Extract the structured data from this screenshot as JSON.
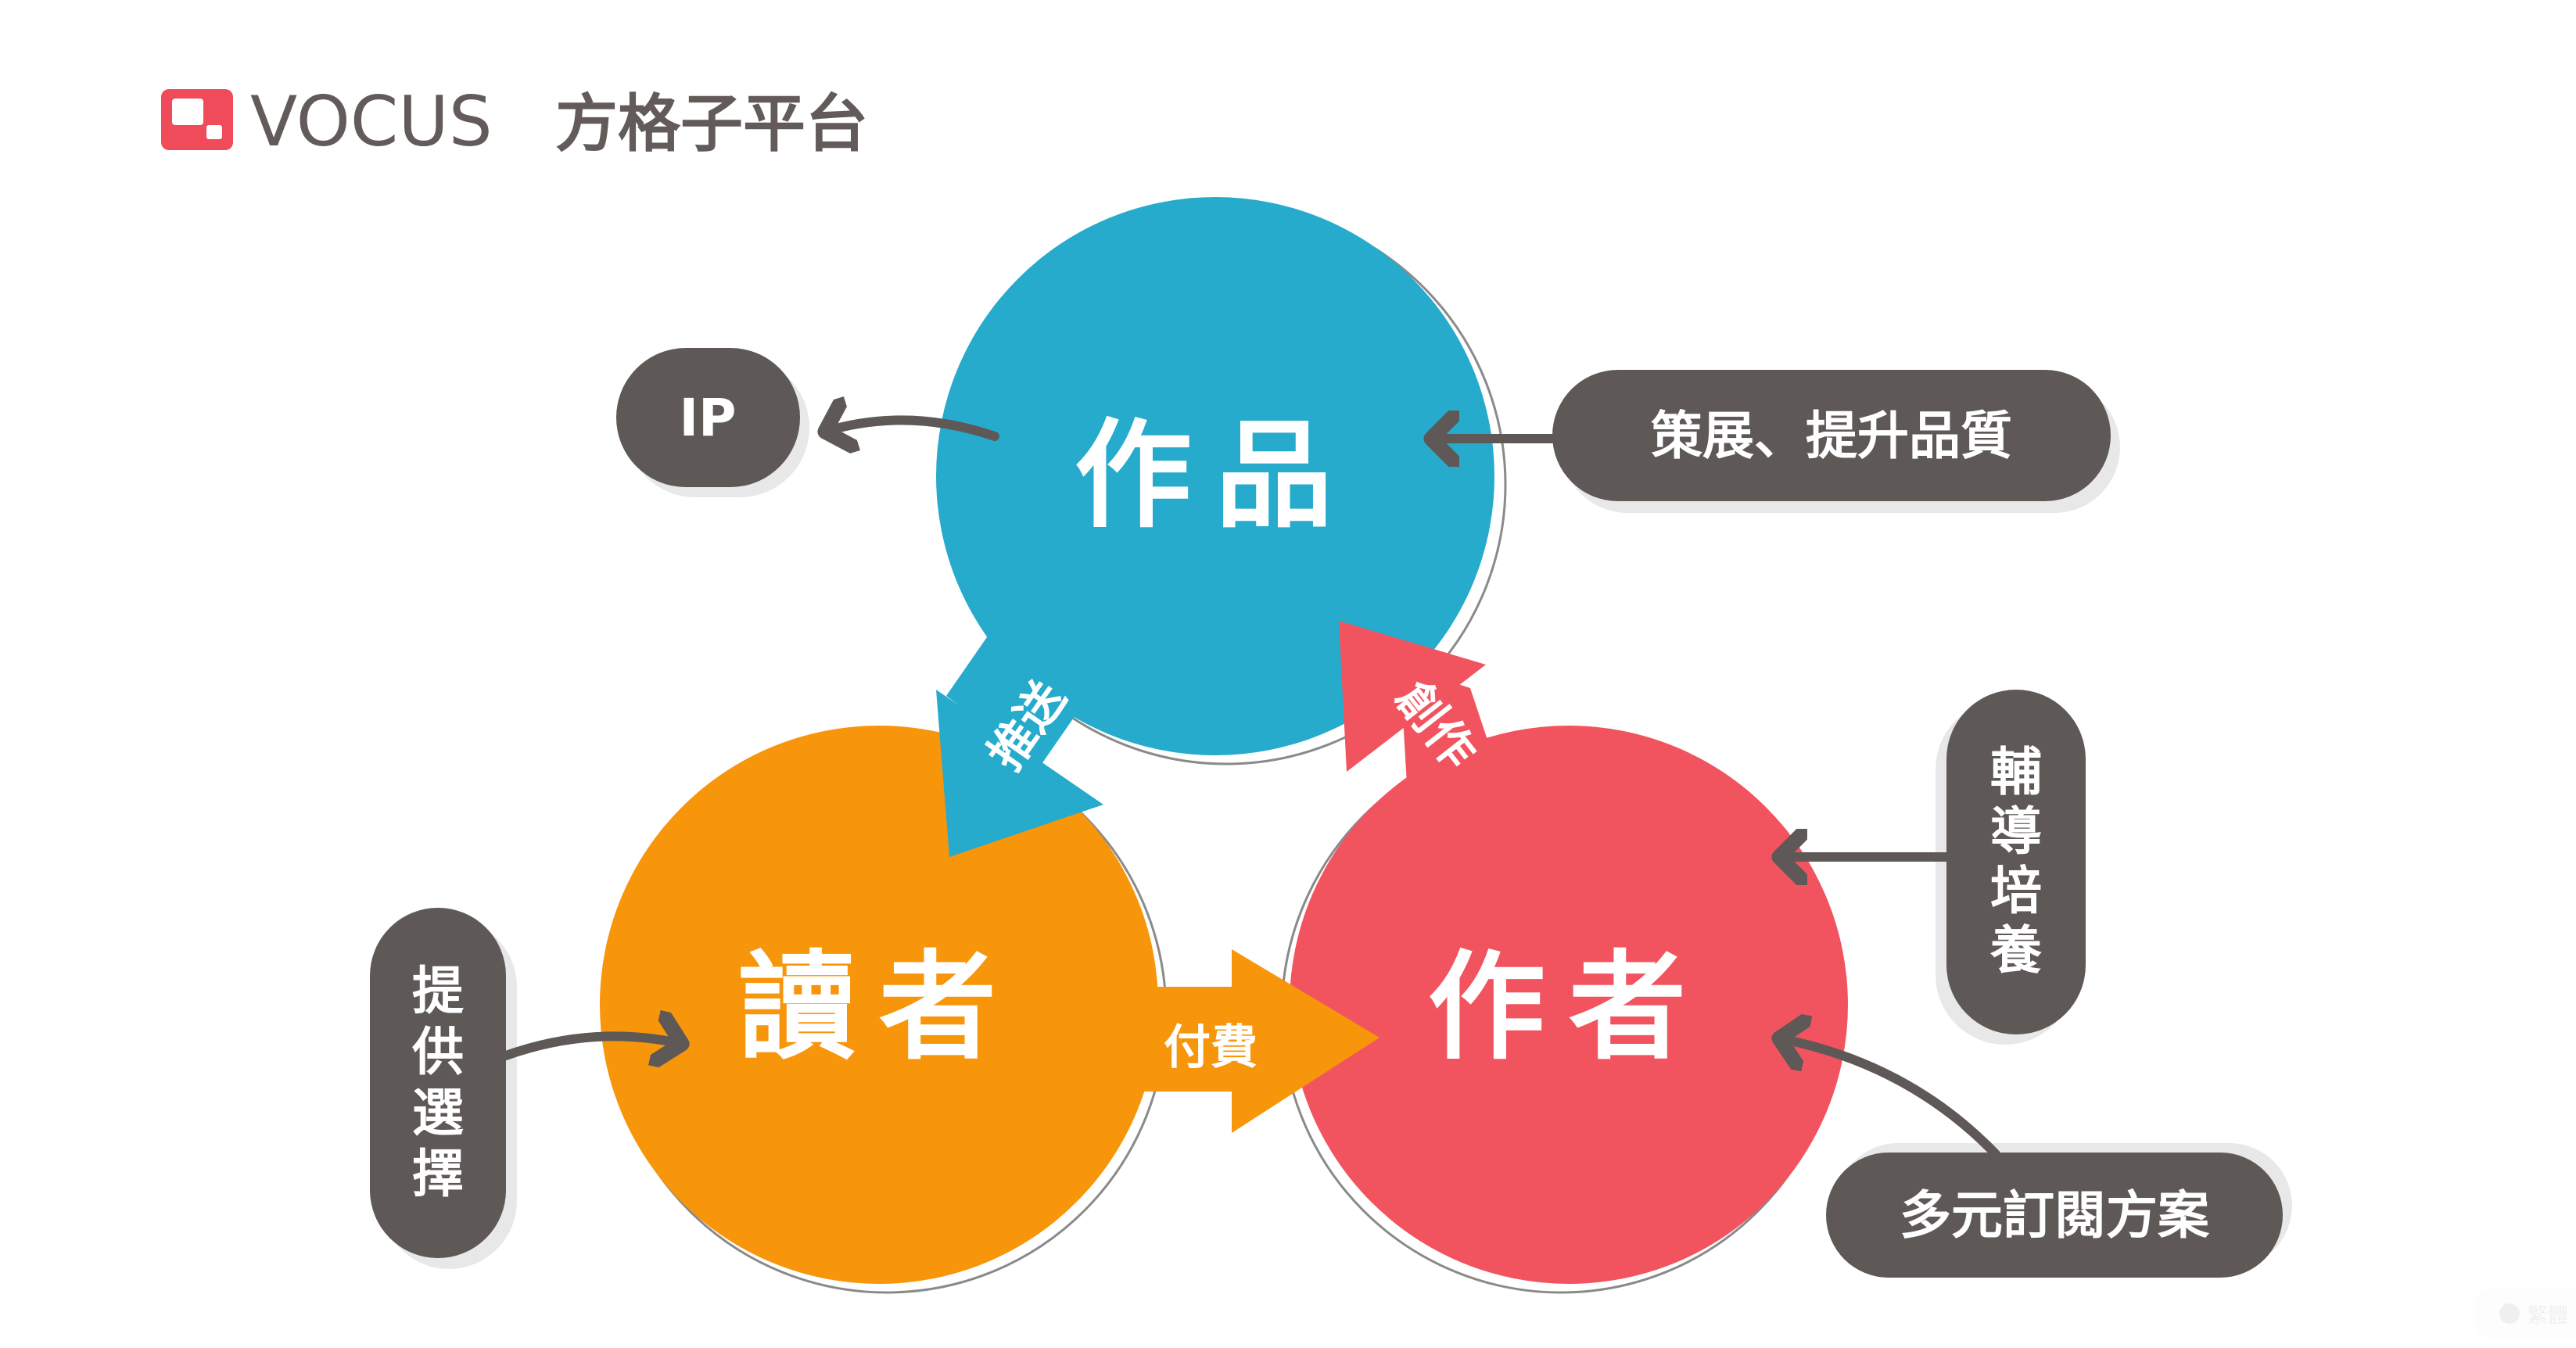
{
  "logo": {
    "brand": "VOCUS",
    "name": "方格子平台"
  },
  "circles": {
    "works": "作品",
    "readers": "讀者",
    "authors": "作者"
  },
  "flows": {
    "push": "推送",
    "pay": "付費",
    "create": "創作"
  },
  "pills": {
    "ip": "IP",
    "curate": "策展、提升品質",
    "mentor": [
      "輔",
      "導",
      "培",
      "養"
    ],
    "choice": [
      "提",
      "供",
      "選",
      "擇"
    ],
    "subscription": "多元訂閱方案"
  },
  "language_button": "繁體",
  "colors": {
    "blue": "#26abcc",
    "orange": "#f7950b",
    "red": "#f2545f",
    "gray": "#5e5857"
  }
}
